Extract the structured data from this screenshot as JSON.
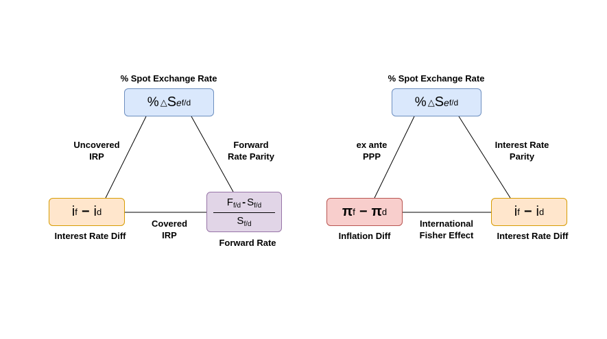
{
  "left": {
    "top_label": "% Spot Exchange Rate",
    "top_node": {
      "prefix": "%",
      "delta": "△",
      "symbol": "S",
      "sup": "e",
      "sub": "f/d"
    },
    "left_edge_label": "Uncovered\nIRP",
    "right_edge_label": "Forward\nRate Parity",
    "bottom_edge_label": "Covered\nIRP",
    "left_node": {
      "a": "i",
      "a_sub": "f",
      "op": "−",
      "b": "i",
      "b_sub": "d"
    },
    "left_node_label": "Interest Rate Diff",
    "right_node": {
      "num_a": "F",
      "num_a_sub": "f/d",
      "num_op": "-",
      "num_b": "S",
      "num_b_sub": "f/d",
      "den": "S",
      "den_sub": "f/d"
    },
    "right_node_label": "Forward Rate"
  },
  "right": {
    "top_label": "% Spot Exchange Rate",
    "top_node": {
      "prefix": "%",
      "delta": "△",
      "symbol": "S",
      "sup": "e",
      "sub": "f/d"
    },
    "left_edge_label": "ex ante\nPPP",
    "right_edge_label": "Interest Rate\nParity",
    "bottom_edge_label": "International\nFisher Effect",
    "left_node": {
      "a": "π",
      "a_sub": "f",
      "op": "−",
      "b": "π",
      "b_sub": "d"
    },
    "left_node_label": "Inflation Diff",
    "right_node": {
      "a": "i",
      "a_sub": "f",
      "op": "−",
      "b": "i",
      "b_sub": "d"
    },
    "right_node_label": "Interest Rate Diff"
  }
}
